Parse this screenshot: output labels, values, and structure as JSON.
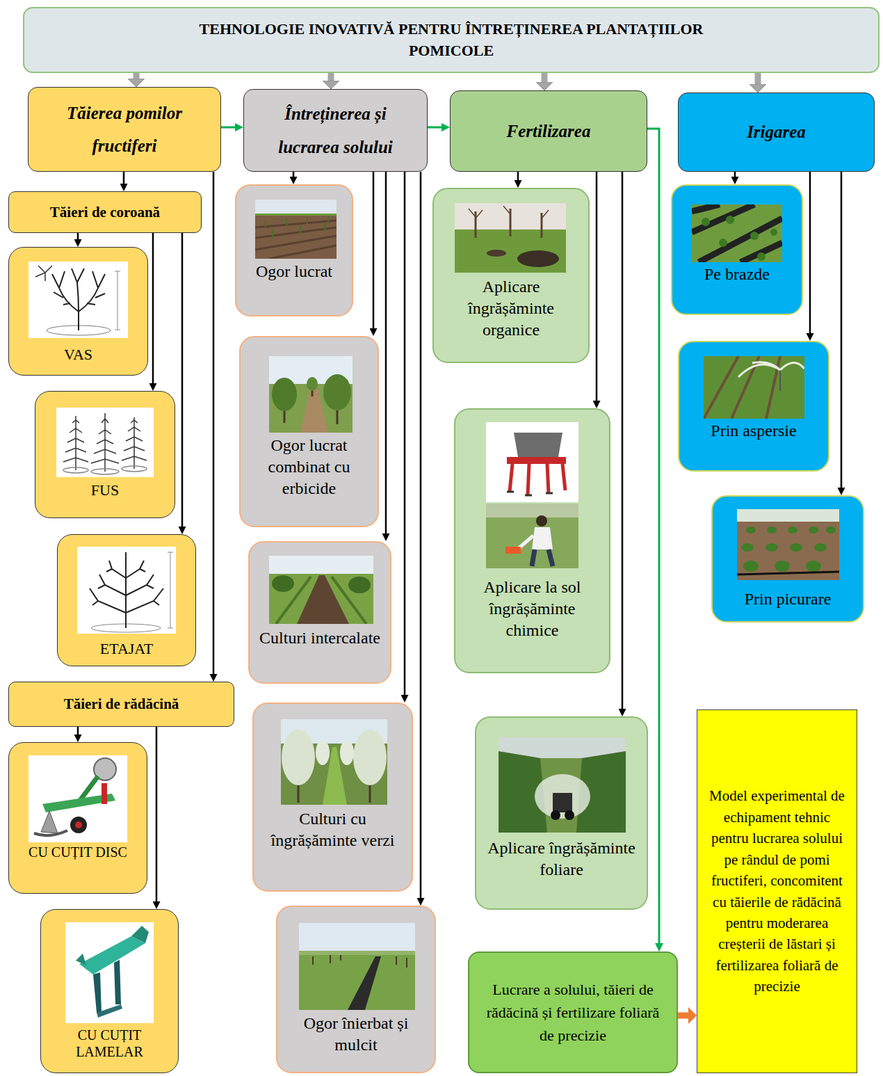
{
  "diagram": {
    "nodes": [
      {
        "text": [
          "TEHNOLOGIE INOVATIVĂ PENTRU ÎNTREȚINEREA PLANTAȚIILOR POMICOLE"
        ]
      },
      {
        "text": [
          "Tăierea pomilor fructiferi"
        ]
      },
      {
        "text": [
          "Întreținerea și lucrarea solului"
        ]
      },
      {
        "text": [
          "Fertilizarea"
        ]
      },
      {
        "text": [
          "Irigarea"
        ]
      },
      {
        "text": [
          "Tăieri de coroană"
        ]
      },
      {
        "text": [
          "VAS"
        ]
      },
      {
        "text": [
          "FUS"
        ]
      },
      {
        "text": [
          "ETAJAT"
        ]
      },
      {
        "text": [
          "Tăieri de rădăcină"
        ]
      },
      {
        "text": [
          "CU CUȚIT DISC"
        ]
      },
      {
        "text": [
          "CU CUȚIT LAMELAR"
        ]
      },
      {
        "text": [
          "Ogor lucrat"
        ]
      },
      {
        "text": [
          "Ogor lucrat combinat cu erbicide"
        ]
      },
      {
        "text": [
          "Culturi intercalate"
        ]
      },
      {
        "text": [
          "Culturi cu îngrășăminte verzi"
        ]
      },
      {
        "text": [
          "Ogor înierbat și mulcit"
        ]
      },
      {
        "text": [
          "Aplicare îngrășăminte organice"
        ]
      },
      {
        "text": [
          "Aplicare la sol îngrășăminte chimice"
        ]
      },
      {
        "text": [
          "Aplicare îngrășăminte foliare"
        ]
      },
      {
        "text": [
          "Lucrare a solului, tăieri de rădăcină și fertilizare foliară de precizie"
        ]
      },
      {
        "text": [
          "Pe brazde"
        ]
      },
      {
        "text": [
          "Prin aspersie"
        ]
      },
      {
        "text": [
          "Prin picurare"
        ]
      },
      {
        "text": [
          "Model experimental de echipament tehnic pentru lucrarea solului pe rândul de pomi fructiferi, concomitent cu tăierile de rădăcină pentru moderarea creșterii de lăstari și fertilizarea foliară de precizie"
        ]
      }
    ],
    "edges": [
      {
        "from": 0,
        "to": 1,
        "arrow": "to"
      },
      {
        "from": 0,
        "to": 2,
        "arrow": "to"
      },
      {
        "from": 0,
        "to": 3,
        "arrow": "to"
      },
      {
        "from": 0,
        "to": 4,
        "arrow": "to"
      },
      {
        "from": 1,
        "to": 2,
        "arrow": "to"
      },
      {
        "from": 2,
        "to": 3,
        "arrow": "to"
      },
      {
        "from": 1,
        "to": 5,
        "arrow": "to"
      },
      {
        "from": 1,
        "to": 9,
        "arrow": "to"
      },
      {
        "from": 5,
        "to": 6,
        "arrow": "to"
      },
      {
        "from": 5,
        "to": 7,
        "arrow": "to"
      },
      {
        "from": 5,
        "to": 8,
        "arrow": "to"
      },
      {
        "from": 9,
        "to": 10,
        "arrow": "to"
      },
      {
        "from": 9,
        "to": 11,
        "arrow": "to"
      },
      {
        "from": 2,
        "to": 12,
        "arrow": "to"
      },
      {
        "from": 2,
        "to": 13,
        "arrow": "to"
      },
      {
        "from": 2,
        "to": 14,
        "arrow": "to"
      },
      {
        "from": 2,
        "to": 15,
        "arrow": "to"
      },
      {
        "from": 2,
        "to": 16,
        "arrow": "to"
      },
      {
        "from": 3,
        "to": 17,
        "arrow": "to"
      },
      {
        "from": 3,
        "to": 18,
        "arrow": "to"
      },
      {
        "from": 3,
        "to": 19,
        "arrow": "to"
      },
      {
        "from": 3,
        "to": 20,
        "arrow": "to"
      },
      {
        "from": 4,
        "to": 21,
        "arrow": "to"
      },
      {
        "from": 4,
        "to": 22,
        "arrow": "to"
      },
      {
        "from": 4,
        "to": 23,
        "arrow": "to"
      },
      {
        "from": 20,
        "to": 24,
        "arrow": "to"
      }
    ]
  }
}
